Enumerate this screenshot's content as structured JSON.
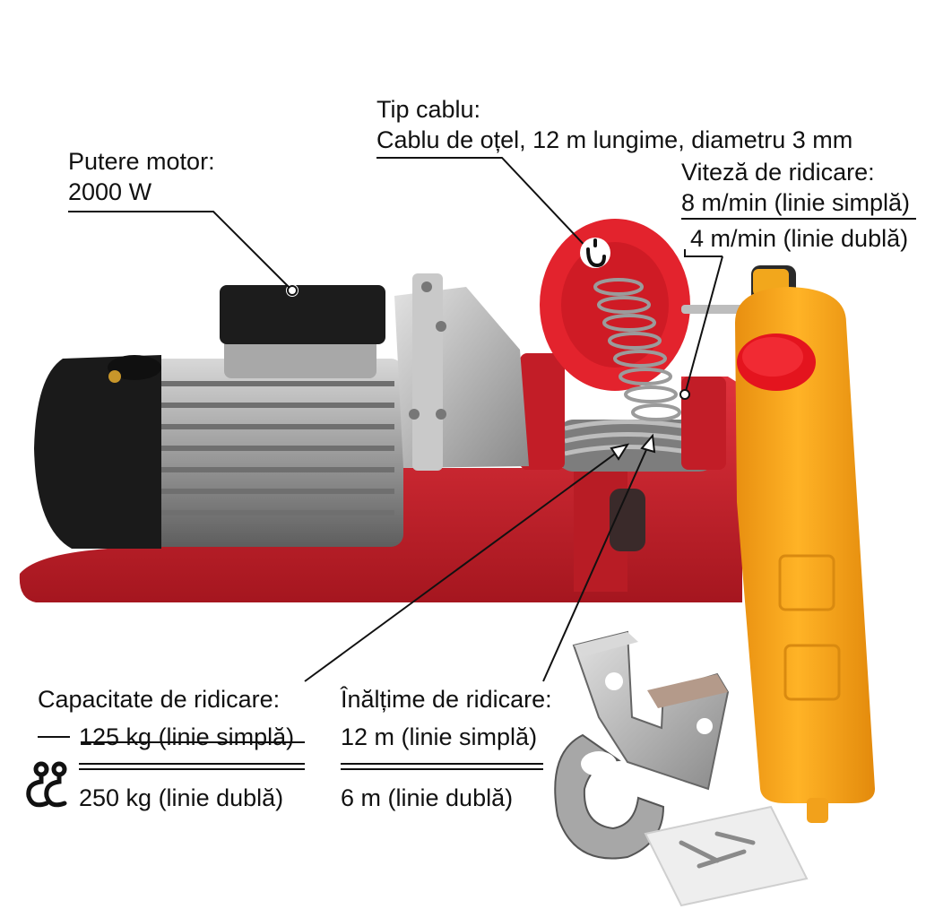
{
  "labels": {
    "cable_type": {
      "title": "Tip cablu:",
      "value": "Cablu de oțel, 12 m lungime, diametru 3 mm"
    },
    "motor_power": {
      "title": "Putere motor:",
      "value": "2000 W"
    },
    "lift_speed": {
      "title": "Viteză de ridicare:",
      "single": "8 m/min (linie simplă)",
      "double": "4 m/min (linie dublă)"
    },
    "lift_capacity": {
      "title": "Capacitate de ridicare:",
      "single": "125 kg (linie simplă)",
      "double": "250 kg (linie dublă)"
    },
    "lift_height": {
      "title": "Înălțime de ridicare:",
      "single": "12 m (linie simplă)",
      "double": "6 m (linie dublă)"
    }
  },
  "colors": {
    "frame_red": "#c8202a",
    "pendant_yellow": "#f5a51c",
    "motor_grey": "#9a9a9a",
    "motor_dark": "#1a1a1a"
  }
}
